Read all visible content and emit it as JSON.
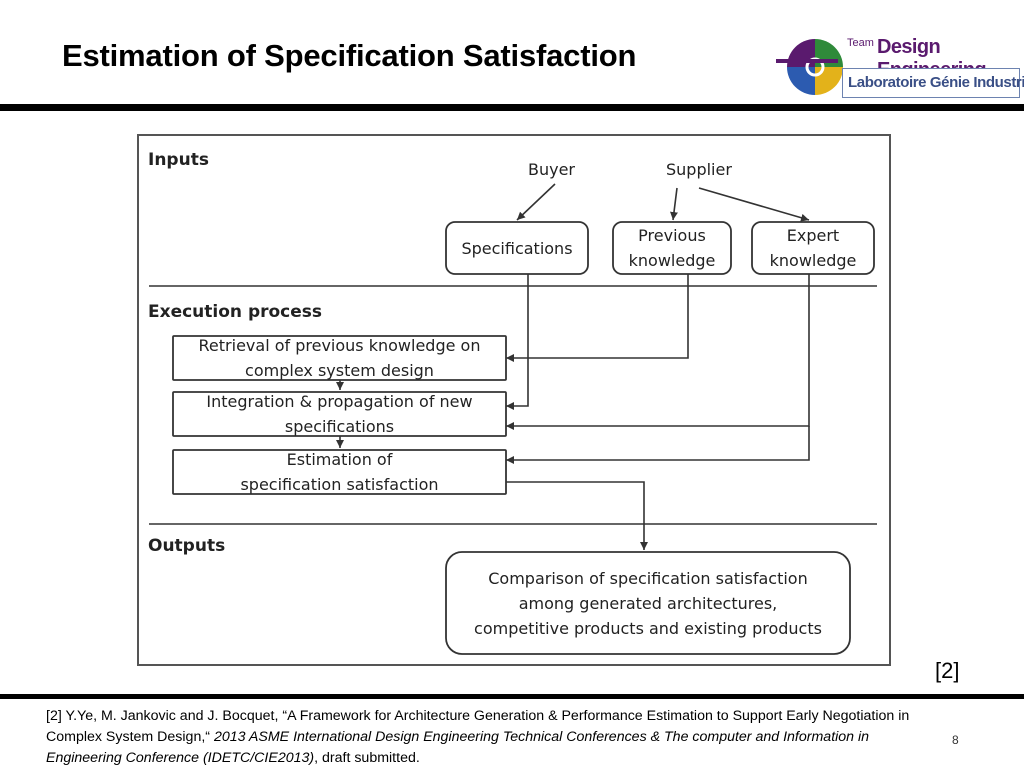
{
  "slide": {
    "title": "Estimation of Specification Satisfaction",
    "ref_mark": "[2]",
    "page_number": "8"
  },
  "logo": {
    "team": "Team",
    "name": "Design Engineering",
    "lab": "Laboratoire Génie Industriel",
    "colors": [
      "#5a1a6e",
      "#2f8a3a",
      "#e3b21a",
      "#2c5bb0"
    ]
  },
  "diagram": {
    "sections": {
      "inputs": "Inputs",
      "execution": "Execution process",
      "outputs": "Outputs"
    },
    "actors": {
      "buyer": "Buyer",
      "supplier": "Supplier"
    },
    "inputs": {
      "specifications": "Specifications",
      "previous_knowledge": [
        "Previous",
        "knowledge"
      ],
      "expert_knowledge": [
        "Expert",
        "knowledge"
      ]
    },
    "process": {
      "retrieval": [
        "Retrieval of previous knowledge on",
        "complex system design"
      ],
      "integration": [
        "Integration & propagation of new",
        "specifications"
      ],
      "estimation": [
        "Estimation of",
        "specification satisfaction"
      ]
    },
    "output": [
      "Comparison of specification satisfaction",
      "among generated architectures,",
      "competitive products and existing products"
    ]
  },
  "footer": {
    "part1": "[2] Y.Ye, M. Jankovic and J. Bocquet, “A Framework for Architecture Generation & Performance Estimation to Support Early Negotiation in Complex System Design,“ ",
    "venue": "2013 ASME International Design Engineering Technical Conferences & The computer and Information in Engineering Conference (IDETC/CIE2013)",
    "part2": ", draft submitted."
  }
}
